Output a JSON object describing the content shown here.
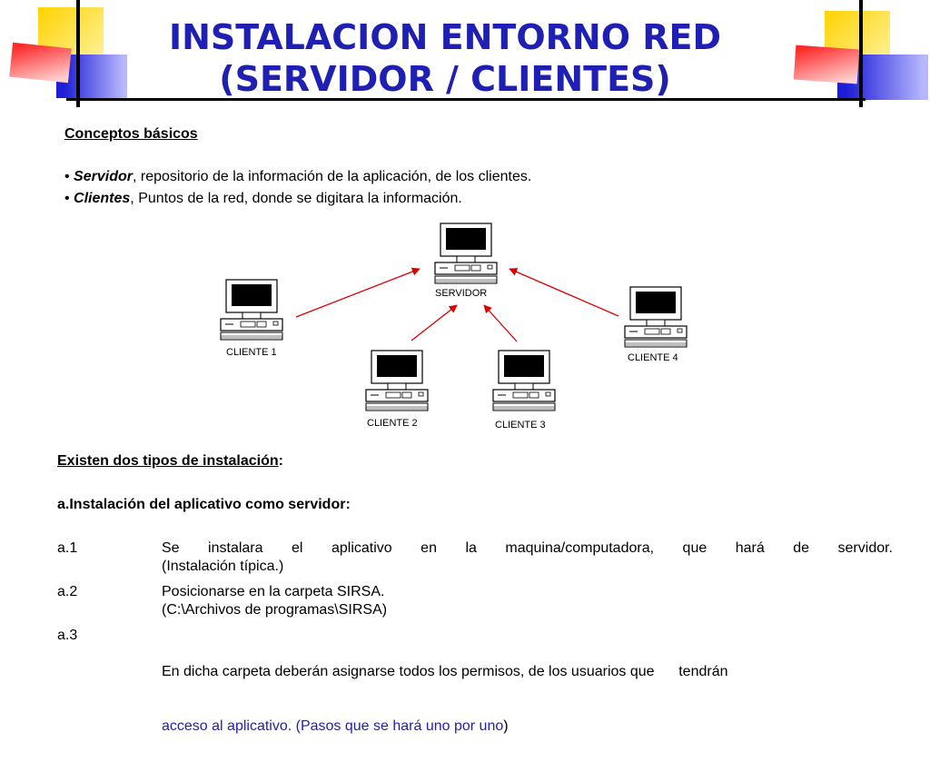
{
  "slide": {
    "title_line1": "INSTALACION ENTORNO RED",
    "title_line2": "(SERVIDOR / CLIENTES)"
  },
  "conceptos": {
    "heading": "Conceptos básicos",
    "bullets": [
      {
        "term": "Servidor",
        "text": ", repositorio de la  información de la aplicación, de los clientes."
      },
      {
        "term": "Clientes",
        "text": ", Puntos de la red, donde se digitara la información."
      }
    ]
  },
  "diagram": {
    "server_label": "SERVIDOR",
    "clients": [
      "CLIENTE 1",
      "CLIENTE 2",
      "CLIENTE 3",
      "CLIENTE 4"
    ]
  },
  "tipos": {
    "heading": "Existen dos tipos de instalación",
    "heading_suffix": ":",
    "subheading": "a.Instalación del aplicativo como servidor:",
    "steps": [
      {
        "num": "a.1",
        "line1": "Se instalara el aplicativo en la maquina/computadora, que hará  de servidor.",
        "line2": "(Instalación típica.)"
      },
      {
        "num": "a.2",
        "line1": "Posicionarse en la carpeta SIRSA.",
        "line2": "(C:\\Archivos de programas\\SIRSA)"
      },
      {
        "num": "a.3",
        "line1": "En dicha carpeta deberán asignarse todos los permisos, de los usuarios que      tendrán",
        "line2": "acceso al aplicativo. (Pasos que se hará uno por uno",
        "line2_end": ")"
      }
    ]
  },
  "colors": {
    "title": "#1f1fb4",
    "arrow": "#dd0000",
    "deco_yellow": "#ffd200",
    "deco_red": "#ff2a2a",
    "deco_blue": "#1d1dd6"
  },
  "icons": [
    "computer-icon"
  ]
}
